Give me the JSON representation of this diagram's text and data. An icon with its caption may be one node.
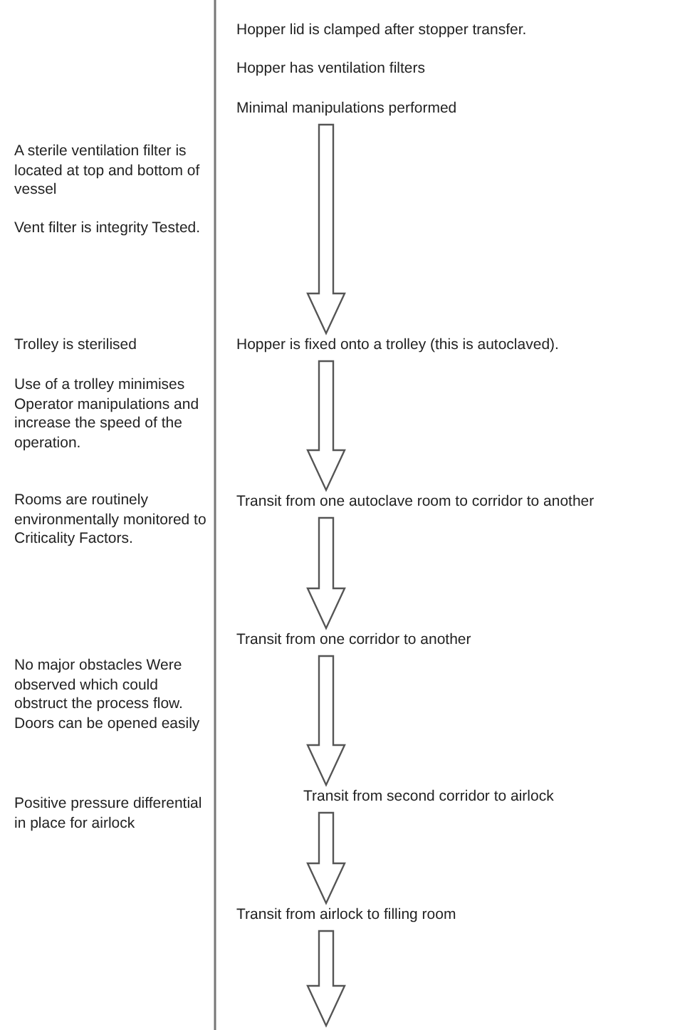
{
  "diagram": {
    "nodes": [
      {
        "text": [
          "Hopper lid is clamped after stopper transfer."
        ]
      },
      {
        "text": [
          "Hopper has ventilation filters"
        ]
      },
      {
        "text": [
          "Minimal manipulations performed"
        ]
      },
      {
        "text": [
          "Hopper is fixed onto a trolley (this is autoclaved)."
        ]
      },
      {
        "text": [
          "Transit from one autoclave room to corridor to another"
        ]
      },
      {
        "text": [
          "Transit from one corridor to another"
        ]
      },
      {
        "text": [
          "Transit from second corridor to airlock"
        ]
      },
      {
        "text": [
          "Transit from airlock to filling room"
        ]
      }
    ],
    "edges": [
      {
        "from": 2,
        "to": 3,
        "arrow": "to"
      },
      {
        "from": 3,
        "to": 4,
        "arrow": "to"
      },
      {
        "from": 4,
        "to": 5,
        "arrow": "to"
      },
      {
        "from": 5,
        "to": 6,
        "arrow": "to"
      },
      {
        "from": 6,
        "to": 7,
        "arrow": "to"
      },
      {
        "from": 7,
        "to": null,
        "arrow": "to"
      }
    ],
    "labels": [
      "A sterile ventilation filter is located at top and bottom of vessel",
      "Vent filter is integrity Tested.",
      "Trolley is sterilised",
      "Use of a trolley minimises Operator manipulations and increase the speed of the operation.",
      "Rooms are routinely environmentally monitored to Criticality Factors.",
      "No major obstacles Were observed which could obstruct the process flow. Doors can be opened easily",
      "Positive pressure differential in place for airlock"
    ]
  }
}
